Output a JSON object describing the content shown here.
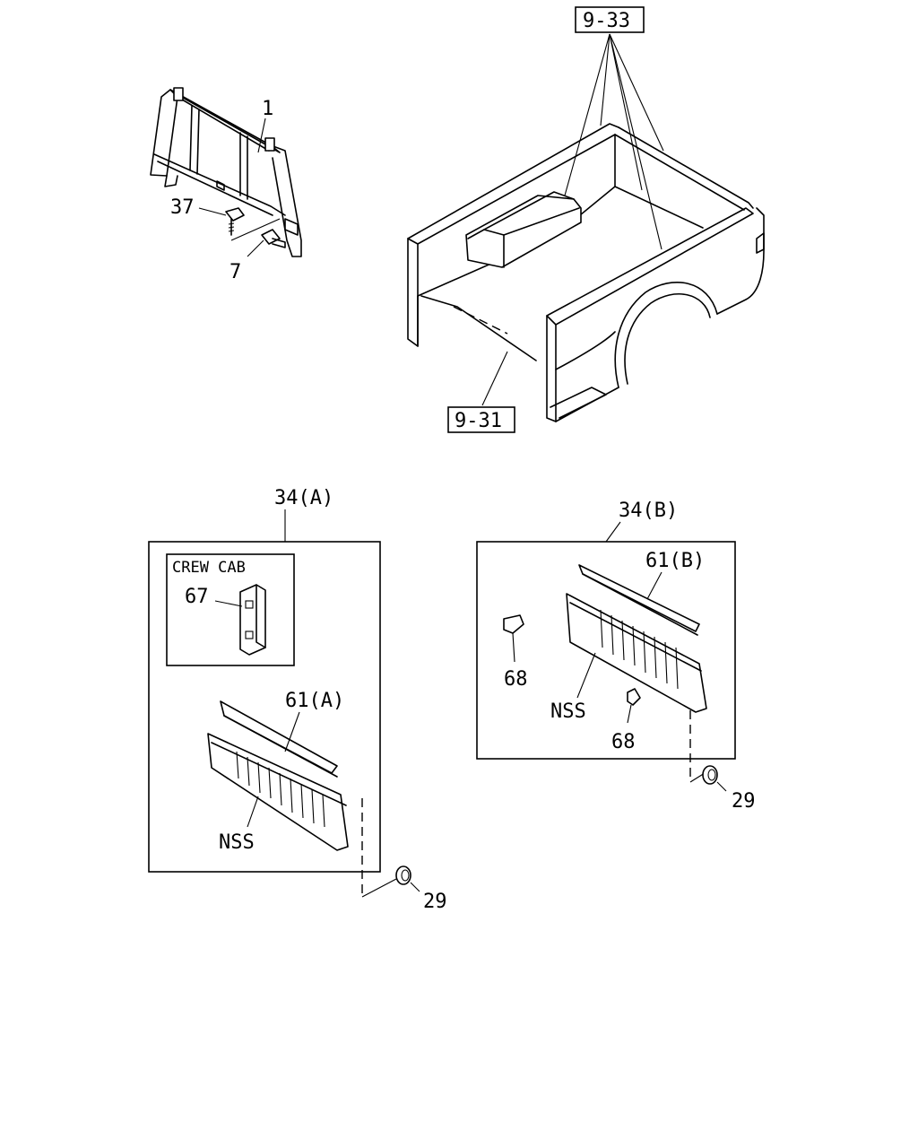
{
  "callouts": {
    "frame": "1",
    "bolt": "37",
    "nut": "7",
    "ref_top": "9-33",
    "ref_bottom": "9-31",
    "kit_a": "34(A)",
    "kit_b": "34(B)",
    "crew_cab": "CREW CAB",
    "bracket": "67",
    "panel_a": "61(A)",
    "nss_a": "NSS",
    "grommet_a": "29",
    "panel_b": "61(B)",
    "clip_left": "68",
    "nss_b": "NSS",
    "clip_bottom": "68",
    "grommet_b": "29"
  }
}
